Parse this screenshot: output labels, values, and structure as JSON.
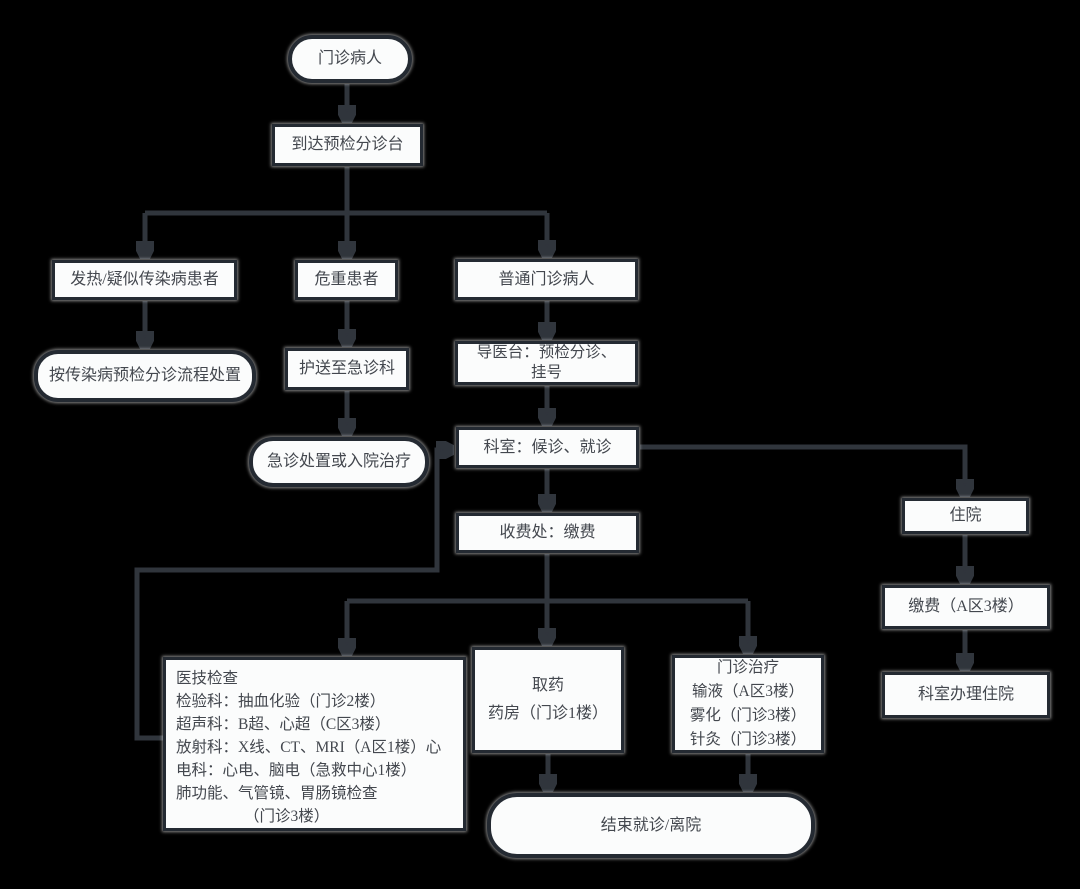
{
  "diagram": {
    "type": "flowchart",
    "language": "zh-CN",
    "colors": {
      "background": "#000000",
      "node_fill": "#fbfcfc",
      "node_border": "#242a32",
      "edge_line": "#30353c",
      "text": "#43474e"
    },
    "nodes": {
      "start": {
        "label": "门诊病人",
        "shape": "rounded"
      },
      "triage_desk": {
        "label": "到达预检分诊台",
        "shape": "rect"
      },
      "fever": {
        "label": "发热/疑似传染病患者",
        "shape": "rect"
      },
      "critical": {
        "label": "危重患者",
        "shape": "rect"
      },
      "ordinary": {
        "label": "普通门诊病人",
        "shape": "rect"
      },
      "infectious_process": {
        "label": "按传染病预检分诊流程处置",
        "shape": "rounded"
      },
      "escort_er": {
        "label": "护送至急诊科",
        "shape": "rect"
      },
      "guide_desk": {
        "lines": [
          "导医台：预检分诊、",
          "挂号"
        ],
        "shape": "rect"
      },
      "er_treat": {
        "label": "急诊处置或入院治疗",
        "shape": "rounded"
      },
      "department": {
        "label": "科室：候诊、就诊",
        "shape": "rect"
      },
      "cashier": {
        "label": "收费处：缴费",
        "shape": "rect"
      },
      "hospitalize": {
        "label": "住院",
        "shape": "rect"
      },
      "pay_a3": {
        "label": "缴费（A区3楼）",
        "shape": "rect"
      },
      "dept_admission": {
        "label": "科室办理住院",
        "shape": "rect"
      },
      "medtech": {
        "lines": [
          "医技检查",
          "检验科：抽血化验（门诊2楼）",
          "超声科：B超、心超（C区3楼）",
          "放射科：X线、CT、MRI（A区1楼）心",
          "电科：心电、脑电（急救中心1楼）",
          "肺功能、气管镜、胃肠镜检查",
          "（门诊3楼）"
        ],
        "shape": "rect"
      },
      "pharmacy": {
        "lines": [
          "取药",
          "药房（门诊1楼）"
        ],
        "shape": "rect"
      },
      "outpatient_treatment": {
        "lines": [
          "门诊治疗",
          "输液（A区3楼）",
          "雾化（门诊3楼）",
          "针灸（门诊3楼）"
        ],
        "shape": "rect"
      },
      "end": {
        "label": "结束就诊/离院",
        "shape": "rounded"
      }
    },
    "edges": [
      {
        "from": "start",
        "to": "triage_desk"
      },
      {
        "from": "triage_desk",
        "to": "fever"
      },
      {
        "from": "triage_desk",
        "to": "critical"
      },
      {
        "from": "triage_desk",
        "to": "ordinary"
      },
      {
        "from": "fever",
        "to": "infectious_process"
      },
      {
        "from": "critical",
        "to": "escort_er"
      },
      {
        "from": "escort_er",
        "to": "er_treat"
      },
      {
        "from": "ordinary",
        "to": "guide_desk"
      },
      {
        "from": "guide_desk",
        "to": "department"
      },
      {
        "from": "department",
        "to": "cashier"
      },
      {
        "from": "department",
        "to": "hospitalize"
      },
      {
        "from": "hospitalize",
        "to": "pay_a3"
      },
      {
        "from": "pay_a3",
        "to": "dept_admission"
      },
      {
        "from": "cashier",
        "to": "medtech"
      },
      {
        "from": "cashier",
        "to": "pharmacy"
      },
      {
        "from": "cashier",
        "to": "outpatient_treatment"
      },
      {
        "from": "medtech",
        "to": "department"
      },
      {
        "from": "pharmacy",
        "to": "end"
      },
      {
        "from": "outpatient_treatment",
        "to": "end"
      }
    ]
  }
}
